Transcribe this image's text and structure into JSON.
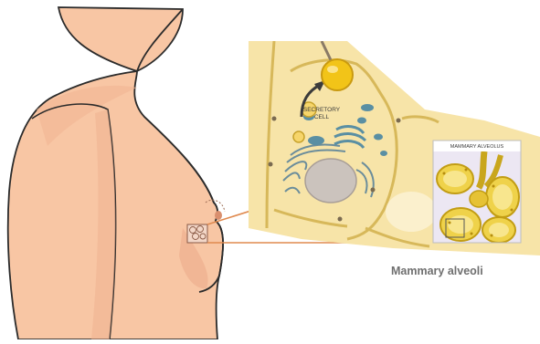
{
  "labels": {
    "secretory_cell_line1": "SECRETORY",
    "secretory_cell_line2": "CELL",
    "mammary_alveolus": "MAMMARY ALVEOLUS",
    "mammary_alveoli": "Mammary alveoli"
  },
  "colors": {
    "skin": "#f8c6a4",
    "skin_shadow": "#e9a886",
    "outline": "#2b2b2b",
    "cell_fill": "#f6df9a",
    "cell_edge": "#d7b85a",
    "secretion": "#f2c418",
    "organelle_blue": "#5a8fa3",
    "nucleus": "#c9c1bb",
    "leader_line": "#e08a4f",
    "caption": "#6f6f6f"
  }
}
